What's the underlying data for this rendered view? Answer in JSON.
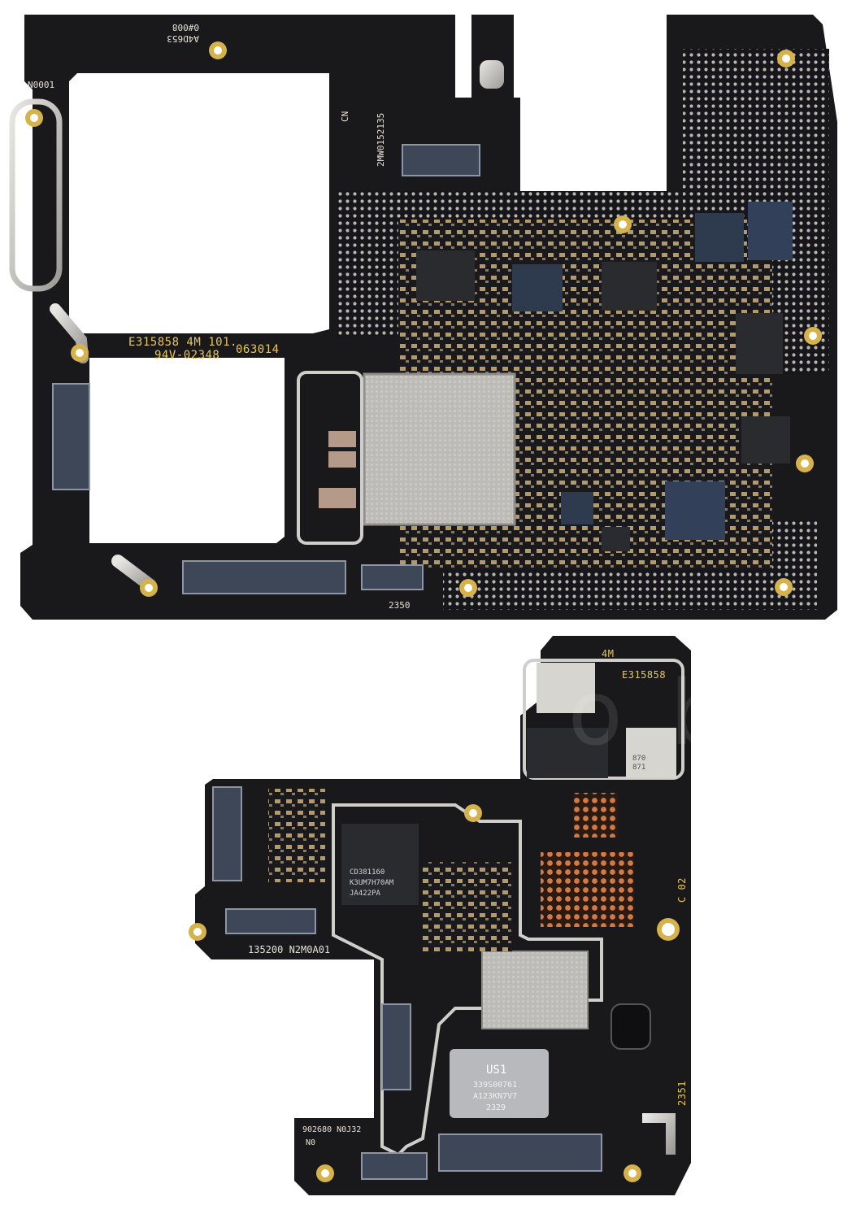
{
  "image": {
    "description_note": "",
    "watermark": "ictomobile"
  },
  "top_board": {
    "labels": {
      "part_no_a": "0#008",
      "part_no_b": "A4D653",
      "rev_left": "N0001",
      "cert_line_1": "E315858 4M 101.",
      "cert_line_2": "94V-02348",
      "date_code": "063014",
      "board_code": "2MW0152135",
      "cn_mark": "CN",
      "corner_code": "2350"
    }
  },
  "bottom_board": {
    "labels": {
      "cert_top": "E315858",
      "mark_4m": "4M",
      "board_code": "135200 N2M0A01",
      "memory_chip": [
        "CD381160",
        "K3UM7H70AM",
        "JA422PA"
      ],
      "us1_chip": [
        "US1",
        "339S00761",
        "A123KN7V7",
        "2329"
      ],
      "bottom_left_code": "902680 N0J32",
      "bottom_left_mark": "N0",
      "side_code": "2351",
      "side_rev": "C 02",
      "small_chip_a": [
        "870",
        "871"
      ]
    }
  }
}
